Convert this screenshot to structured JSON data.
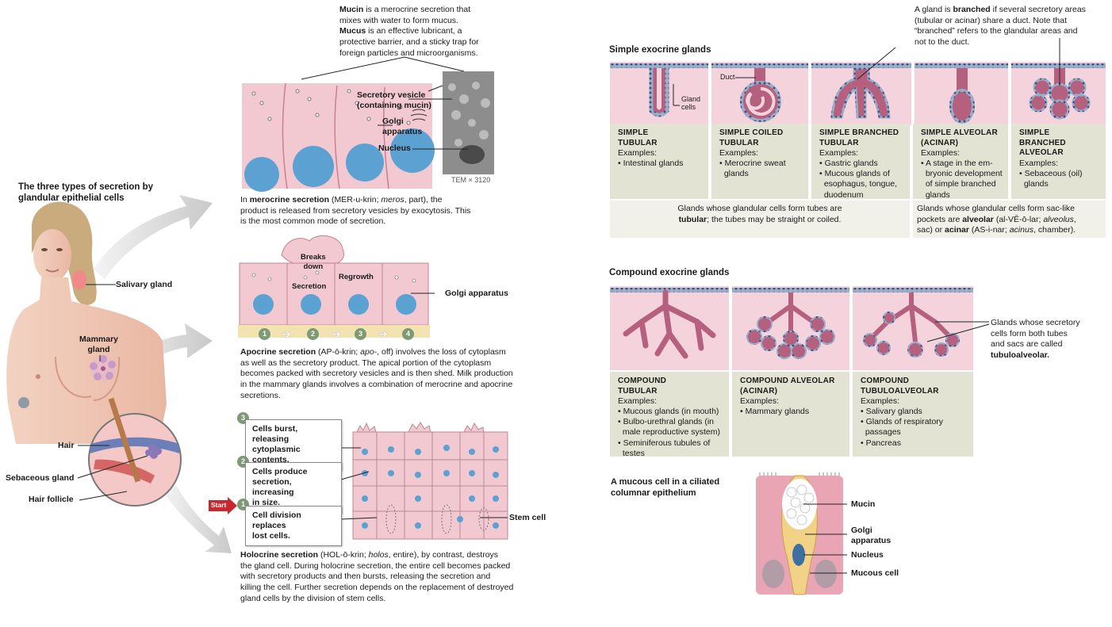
{
  "left": {
    "title_line1": "The three types of secretion by",
    "title_line2": "glandular epithelial cells",
    "labels": {
      "salivary": "Salivary gland",
      "mammary_line1": "Mammary",
      "mammary_line2": "gland",
      "hair": "Hair",
      "sebaceous": "Sebaceous gland",
      "follicle": "Hair follicle"
    }
  },
  "merocrine": {
    "mucin_line1_bold": "Mucin",
    "mucin_line1_rest": " is a merocrine secretion that",
    "mucin_line2": "mixes with water to form mucus.",
    "mucus_bold": "Mucus",
    "mucus_rest": " is an effective lubricant, a",
    "mucin_line4": "protective barrier, and a sticky trap for",
    "mucin_line5": "foreign particles and microorganisms.",
    "vesicle_line1": "Secretory vesicle",
    "vesicle_line2": "(containing mucin)",
    "golgi_line1": "Golgi",
    "golgi_line2": "apparatus",
    "nucleus": "Nucleus",
    "tem": "TEM × 3120",
    "cap_a": "In ",
    "cap_b": "merocrine secretion",
    "cap_c": " (MER-u-krin; ",
    "cap_d": "meros",
    "cap_e": ", part), the",
    "cap_line2": "product is released from secretory vesicles by exocytosis. This",
    "cap_line3": "is the most common mode of secretion."
  },
  "apocrine": {
    "breaks_line1": "Breaks",
    "breaks_line2": "down",
    "secretion": "Secretion",
    "regrowth": "Regrowth",
    "golgi": "Golgi apparatus",
    "steps": [
      "1",
      "2",
      "3",
      "4"
    ],
    "cap_b": "Apocrine secretion",
    "cap_c": " (AP-ō-krin; ",
    "cap_d": "apo-",
    "cap_e": ", off) involves the loss of cytoplasm",
    "cap_line2": "as well as the secretory product. The apical portion of the cytoplasm",
    "cap_line3": "becomes packed with secretory vesicles and is then shed. Milk production",
    "cap_line4": "in the mammary glands involves a combination of merocrine and apocrine",
    "cap_line5": "secretions."
  },
  "holocrine": {
    "start": "Start",
    "step3_num": "3",
    "step3_line1": "Cells burst, releasing",
    "step3_line2": "cytoplasmic contents.",
    "step2_num": "2",
    "step2_line1": "Cells produce",
    "step2_line2": "secretion, increasing",
    "step2_line3": "in size.",
    "step1_num": "1",
    "step1_line1": "Cell division replaces",
    "step1_line2": "lost cells.",
    "stem": "Stem cell",
    "cap_b": "Holocrine secretion",
    "cap_c": " (HOL-ō-krin; ",
    "cap_d": "holos",
    "cap_e": ", entire), by contrast, destroys",
    "cap_line2": "the gland cell. During holocrine secretion, the entire cell becomes packed",
    "cap_line3": "with secretory products and then bursts, releasing the secretion and",
    "cap_line4": "killing the cell. Further secretion depends on the replacement of destroyed",
    "cap_line5": "gland cells by the division of stem cells."
  },
  "simple": {
    "heading": "Simple exocrine glands",
    "branched_note_a": "A gland is ",
    "branched_note_b": "branched",
    "branched_note_c": " if several secretory areas",
    "branched_note_line2": "(tubular or acinar) share a duct. Note that",
    "branched_note_line3": "“branched” refers to the glandular areas and",
    "branched_note_line4": "not to the duct.",
    "duct": "Duct",
    "gland_cells_line1": "Gland",
    "gland_cells_line2": "cells",
    "cols": [
      {
        "head1": "SIMPLE",
        "head2": "TUBULAR",
        "examples": "Examples:",
        "items": [
          "• Intestinal glands"
        ]
      },
      {
        "head1": "SIMPLE COILED",
        "head2": "TUBULAR",
        "examples": "Examples:",
        "items": [
          "• Merocrine sweat",
          "  glands"
        ]
      },
      {
        "head1": "SIMPLE BRANCHED",
        "head2": "TUBULAR",
        "examples": "Examples:",
        "items": [
          "• Gastric glands",
          "• Mucous glands of",
          "  esophagus, tongue,",
          "  duodenum"
        ]
      },
      {
        "head1": "SIMPLE ALVEOLAR",
        "head2": "(ACINAR)",
        "examples": "Examples:",
        "items": [
          "• A stage in the em-",
          "  bryonic development",
          "  of simple branched",
          "  glands"
        ]
      },
      {
        "head1": "SIMPLE BRANCHED",
        "head2": "ALVEOLAR",
        "examples": "Examples:",
        "items": [
          "• Sebaceous (oil)",
          "  glands"
        ]
      }
    ],
    "tubular_note_line1": "Glands whose glandular cells form tubes are",
    "tubular_note_bold": "tubular",
    "tubular_note_rest": "; the tubes may be straight or coiled.",
    "alveolar_note_line1": "Glands whose glandular cells form sac-like",
    "alveolar_note_a": "pockets are ",
    "alveolar_note_b": "alveolar",
    "alveolar_note_c": " (al-VĒ-ō-lar; ",
    "alveolar_note_d": "alveolus",
    "alveolar_note_e": ",",
    "alveolar_note_f": "sac) or ",
    "alveolar_note_g": "acinar",
    "alveolar_note_h": " (AS-i-nar; ",
    "alveolar_note_i": "acinus",
    "alveolar_note_j": ", chamber)."
  },
  "compound": {
    "heading": "Compound exocrine glands",
    "tubuloalveolar_line1": "Glands whose secretory",
    "tubuloalveolar_line2": "cells form both tubes",
    "tubuloalveolar_line3": "and sacs are called",
    "tubuloalveolar_bold": "tubuloalveolar.",
    "cols": [
      {
        "head1": "COMPOUND",
        "head2": "TUBULAR",
        "examples": "Examples:",
        "items": [
          "• Mucous glands (in mouth)",
          "• Bulbo-urethral glands (in",
          "  male reproductive system)",
          "• Seminiferous tubules of",
          "  testes"
        ]
      },
      {
        "head1": "COMPOUND ALVEOLAR",
        "head2": "(ACINAR)",
        "examples": "Examples:",
        "items": [
          "• Mammary glands"
        ]
      },
      {
        "head1": "COMPOUND",
        "head2": "TUBULOALVEOLAR",
        "examples": "Examples:",
        "items": [
          "• Salivary glands",
          "• Glands of respiratory",
          "  passages",
          "• Pancreas"
        ]
      }
    ]
  },
  "mucous": {
    "title_line1": "A mucous cell in a ciliated",
    "title_line2": "columnar epithelium",
    "mucin": "Mucin",
    "golgi_line1": "Golgi",
    "golgi_line2": "apparatus",
    "nucleus": "Nucleus",
    "cell": "Mucous cell"
  },
  "colors": {
    "cell_pink": "#f2cdd6",
    "gland_purple": "#b5607e",
    "nucleus_blue": "#5ba2d3",
    "table_bg": "#e3e3d4",
    "note_bg": "#f1f1ea",
    "arrow_gray": "#cfcfcf",
    "start_red": "#c8282d"
  }
}
